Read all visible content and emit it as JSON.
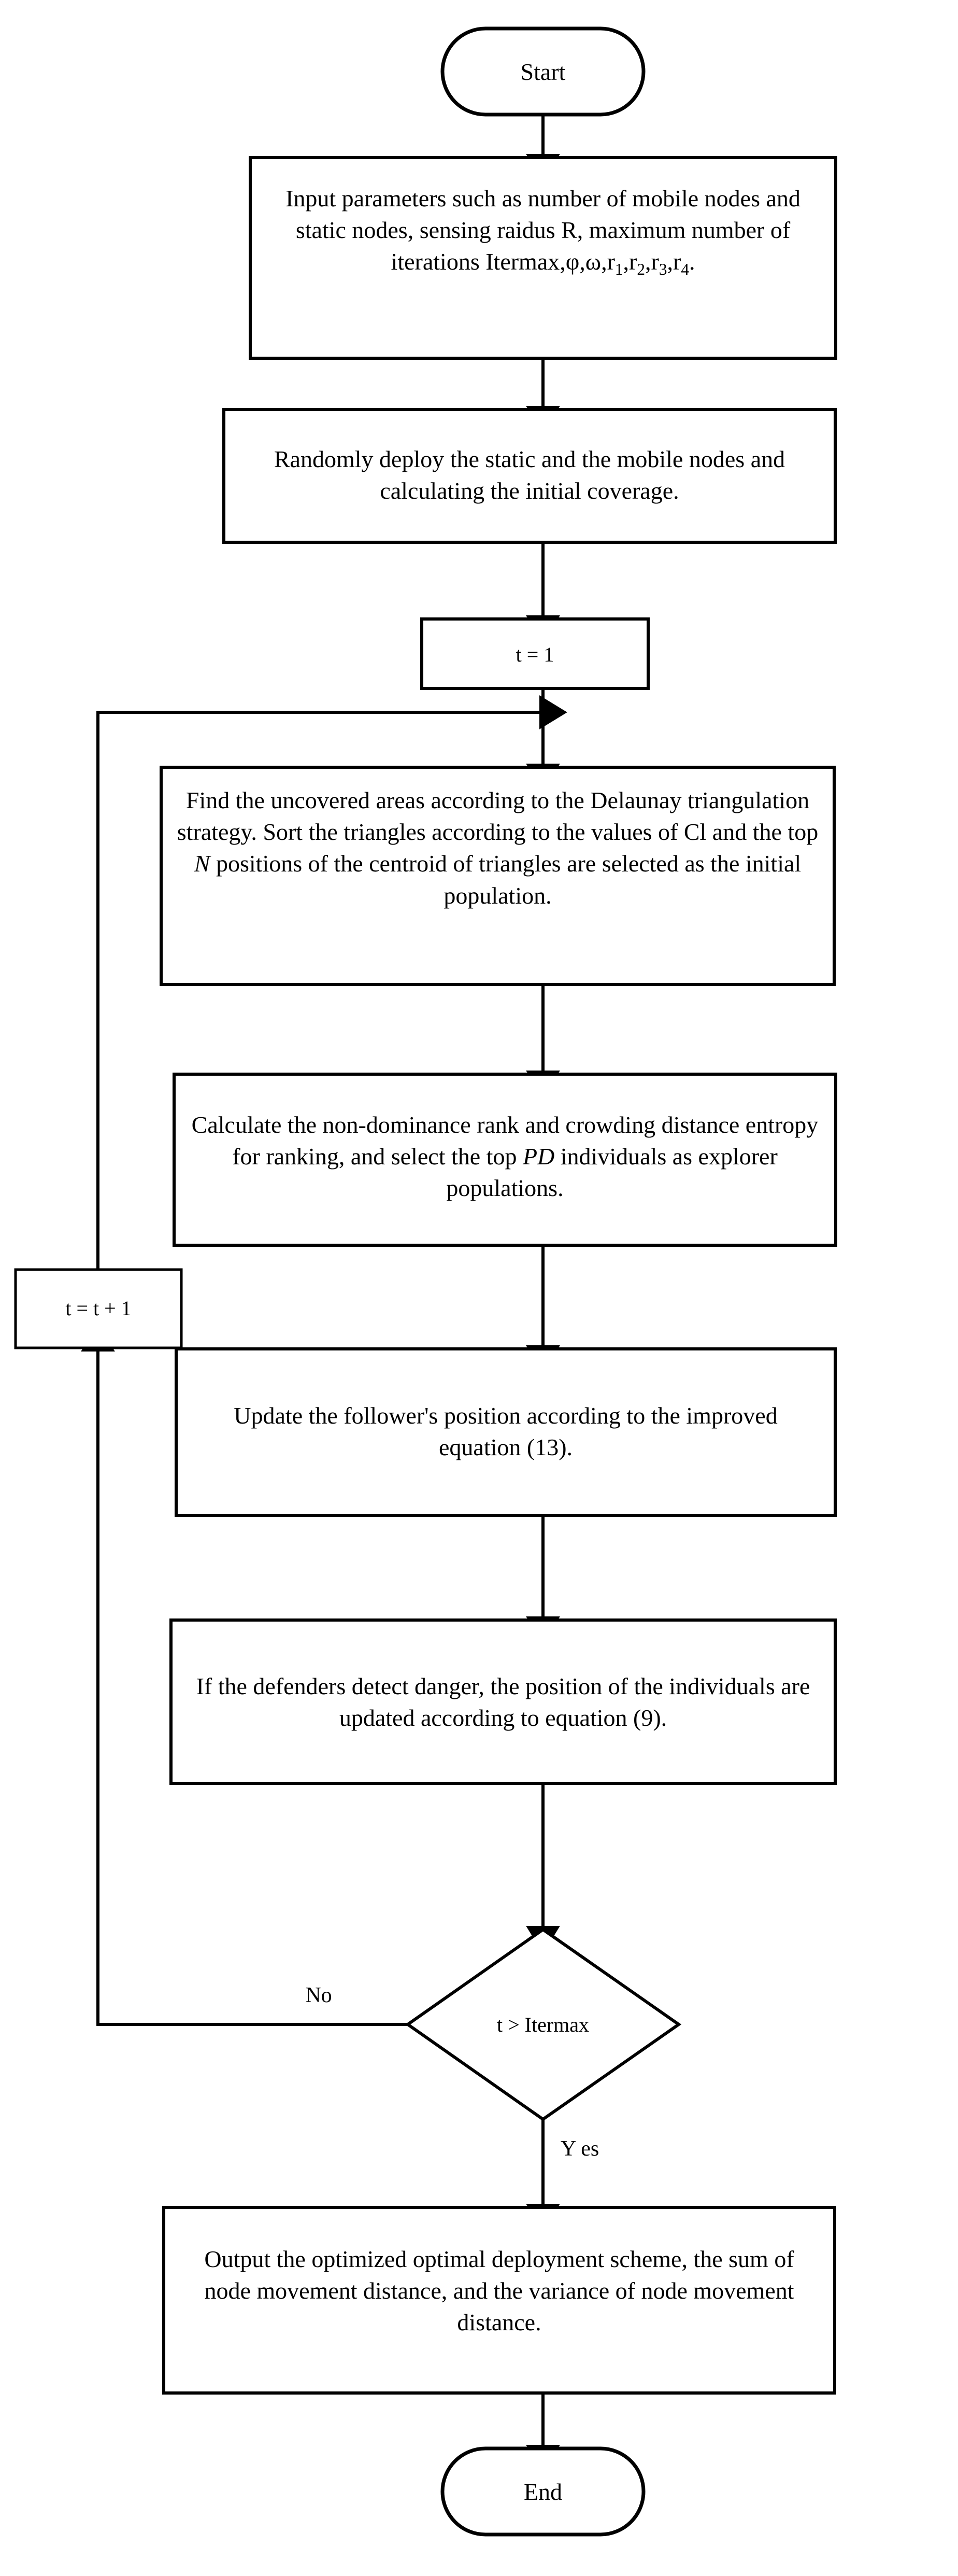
{
  "diagram": {
    "title": "Algorithm flowchart",
    "type": "flowchart",
    "colors": {
      "stroke": "#000000",
      "fill": "#ffffff",
      "text": "#000000"
    },
    "nodes": {
      "start": {
        "shape": "stadium",
        "label": "Start"
      },
      "input_params": {
        "shape": "rect",
        "label": "Input parameters such as number of mobile nodes and static nodes, sensing raidus R, maximum number of iterations Itermax,φ,ω,r₁,r₂,r₃,r₄."
      },
      "deploy": {
        "shape": "rect",
        "label": "Randomly deploy the static and the mobile nodes and calculating the initial coverage."
      },
      "t_init": {
        "shape": "rect",
        "label": "t = 1"
      },
      "find_uncovered": {
        "shape": "rect",
        "label": "Find the uncovered areas according to the Delaunay triangulation strategy. Sort the triangles according to the values of Cl and the top N positions of the centroid of triangles are selected as the initial population.",
        "italic_tokens": [
          "N"
        ]
      },
      "calculate_rank": {
        "shape": "rect",
        "label": "Calculate the non-dominance rank and crowding distance entropy for ranking, and select the top PD individuals as explorer populations.",
        "italic_tokens": [
          "PD"
        ]
      },
      "t_increment": {
        "shape": "rect",
        "label": "t = t + 1"
      },
      "update_follower": {
        "shape": "rect",
        "label": "Update the follower's position according to the improved equation (13)."
      },
      "defenders": {
        "shape": "rect",
        "label": "If the defenders detect danger, the position of the individuals are updated according to equation (9)."
      },
      "decision": {
        "shape": "diamond",
        "label": "t > Itermax"
      },
      "output": {
        "shape": "rect",
        "label": "Output the optimized optimal deployment scheme, the sum of node movement distance, and the variance of node movement distance."
      },
      "end": {
        "shape": "stadium",
        "label": "End"
      }
    },
    "edge_labels": {
      "no": "No",
      "yes": "Y es"
    }
  }
}
